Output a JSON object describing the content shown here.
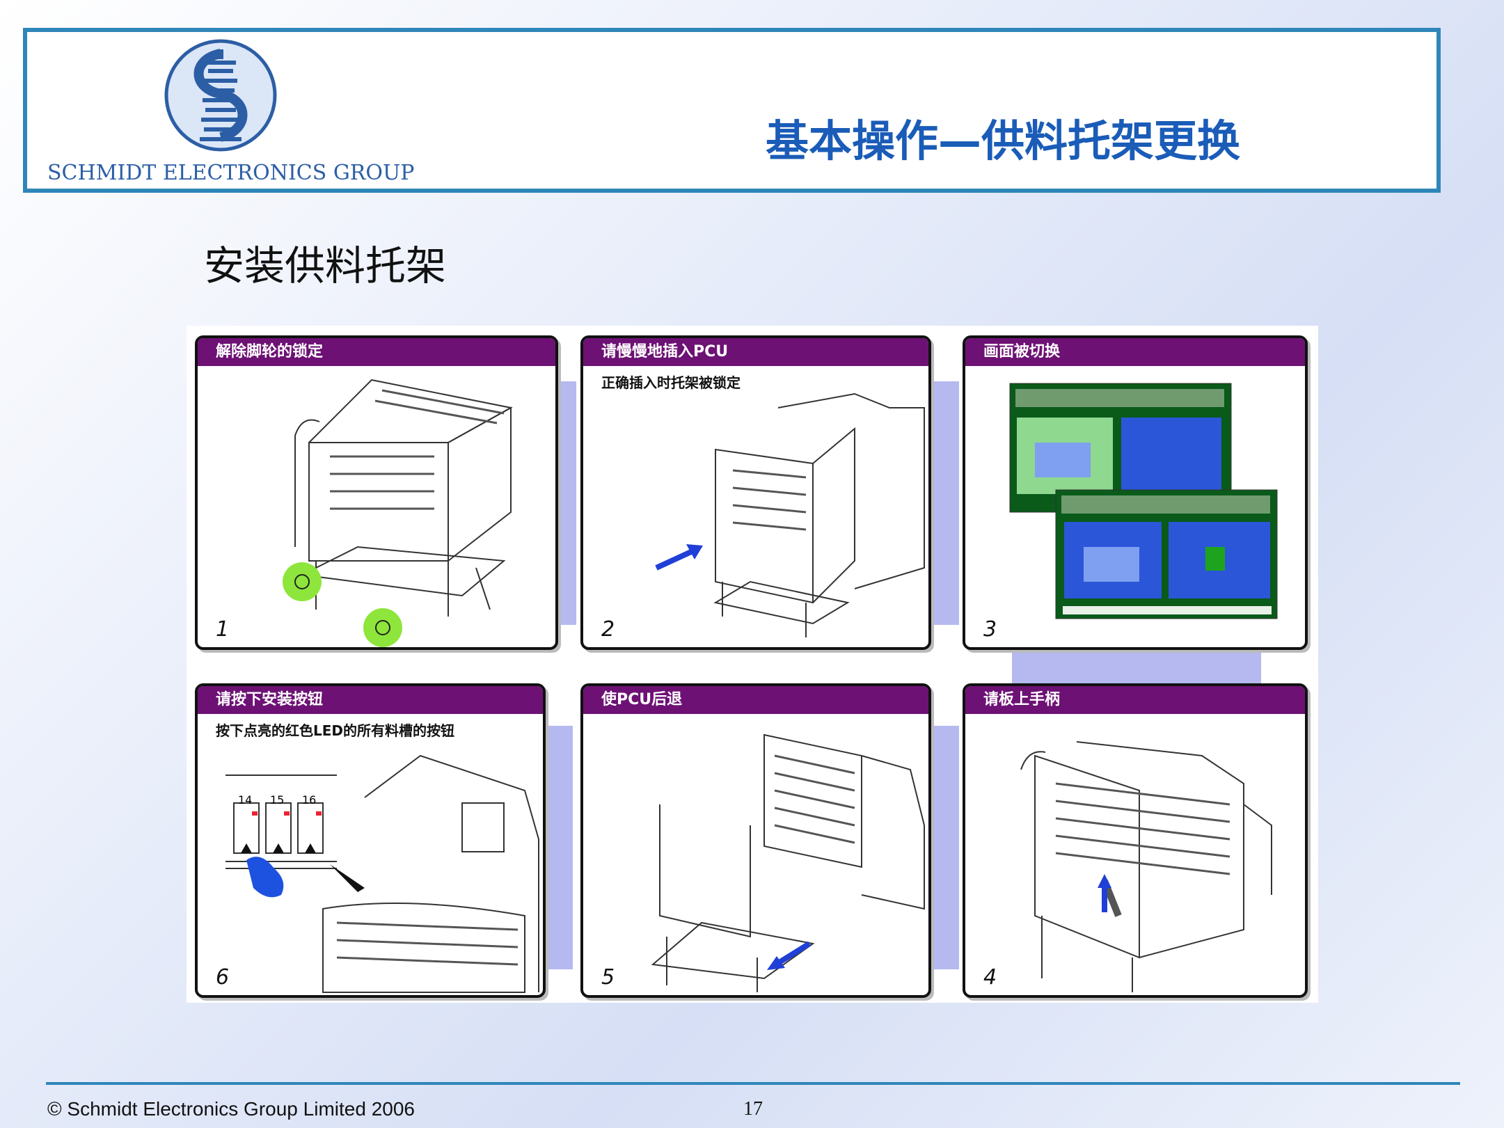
{
  "header": {
    "company": "SCHMIDT ELECTRONICS GROUP",
    "title": "基本操作—供料托架更换",
    "logo_icon": "pagoda-s-logo-icon"
  },
  "subtitle": "安装供料托架",
  "colors": {
    "header_border": "#2f86b8",
    "title": "#1a5cb8",
    "panel_bar": "#6d1175",
    "connector": "#b5b9ef",
    "highlight": "#8ee63c",
    "arrow": "#1f3fd6"
  },
  "steps": [
    {
      "number": "1",
      "title": "解除脚轮的锁定",
      "note": ""
    },
    {
      "number": "2",
      "title": "请慢慢地插入PCU",
      "note": "正确插入时托架被锁定"
    },
    {
      "number": "3",
      "title": "画面被切换",
      "note": ""
    },
    {
      "number": "6",
      "title": "请按下安装按钮",
      "note": "按下点亮的红色LED的所有料槽的按钮",
      "slot_labels": [
        "14",
        "15",
        "16"
      ]
    },
    {
      "number": "5",
      "title": "使PCU后退",
      "note": ""
    },
    {
      "number": "4",
      "title": "请板上手柄",
      "note": ""
    }
  ],
  "footer": {
    "copyright": "© Schmidt Electronics Group Limited 2006",
    "page": "17"
  }
}
